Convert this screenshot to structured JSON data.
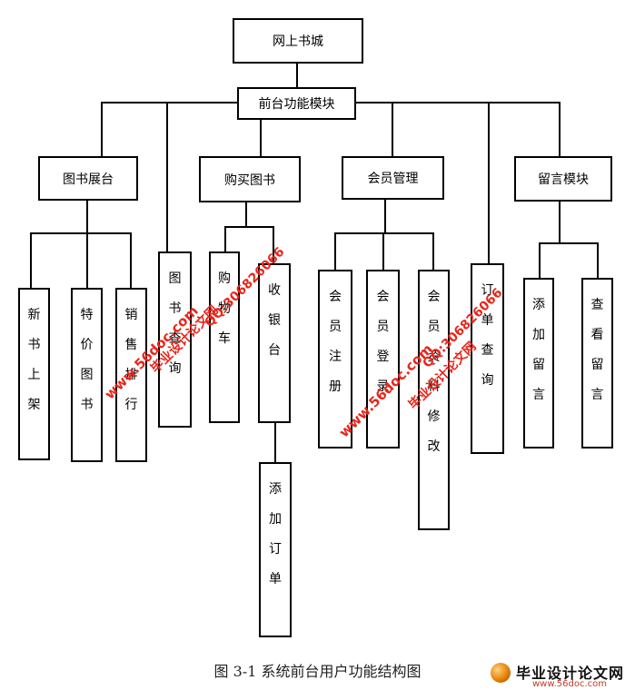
{
  "root": "网上书城",
  "module": "前台功能模块",
  "categories": {
    "books": "图书展台",
    "buy": "购买图书",
    "member": "会员管理",
    "message": "留言模块"
  },
  "leaves": {
    "new_books": "新书上架",
    "special_books": "特价图书",
    "sales_rank": "销售排行",
    "book_query": "图书查询",
    "cart": "购物车",
    "cashier": "收银台",
    "add_order": "添加订单",
    "register": "会员注册",
    "login": "会员登录",
    "profile_edit": "会员资料修改",
    "order_query": "订单查询",
    "add_message": "添加留言",
    "view_message": "查看留言"
  },
  "caption": "图 3-1    系统前台用户功能结构图",
  "watermarks": {
    "site_name": "毕业设计论文网",
    "url": "www.56doc.com",
    "qq": "QQ:306826066"
  },
  "logo": {
    "name": "毕业设计论文网",
    "url": "www.56doc.com"
  }
}
